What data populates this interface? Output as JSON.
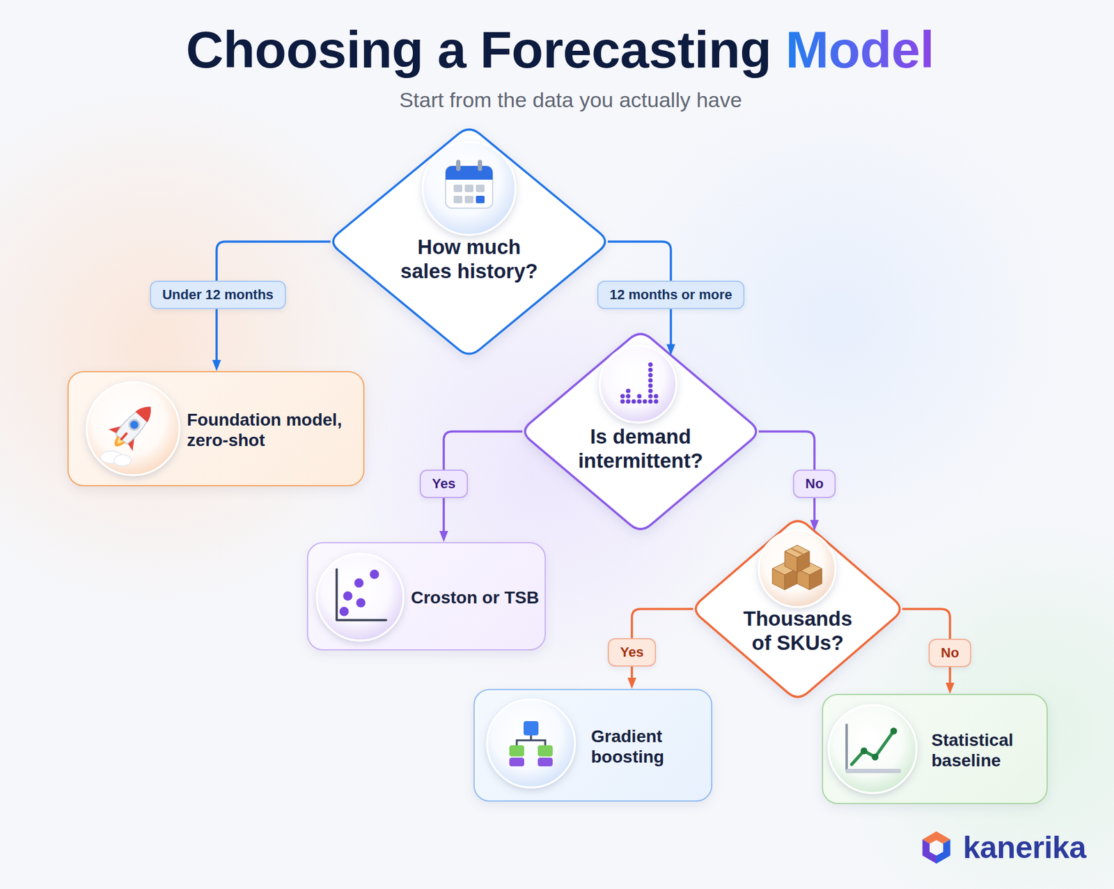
{
  "diagram": {
    "title": "Choosing a Forecasting Model",
    "caption": "Start from the data you actually have",
    "nodes": [
      {
        "text": [
          "How much sales history?"
        ]
      },
      {
        "text": [
          "Foundation model, zero-shot"
        ]
      },
      {
        "text": [
          "Is demand intermittent?"
        ]
      },
      {
        "text": [
          "Croston or TSB"
        ]
      },
      {
        "text": [
          "Thousands of SKUs?"
        ]
      },
      {
        "text": [
          "Gradient boosting"
        ]
      },
      {
        "text": [
          "Statistical baseline"
        ]
      }
    ],
    "edges": [
      {
        "from": 0,
        "to": 1,
        "label": "Under 12 months",
        "arrow": "to"
      },
      {
        "from": 0,
        "to": 2,
        "label": "12 months or more",
        "arrow": "to"
      },
      {
        "from": 2,
        "to": 3,
        "label": "Yes",
        "arrow": "to"
      },
      {
        "from": 2,
        "to": 4,
        "label": "No",
        "arrow": "to"
      },
      {
        "from": 4,
        "to": 5,
        "label": "Yes",
        "arrow": "to"
      },
      {
        "from": 4,
        "to": 6,
        "label": "No",
        "arrow": "to"
      }
    ],
    "labels": [
      "kanerika"
    ]
  }
}
